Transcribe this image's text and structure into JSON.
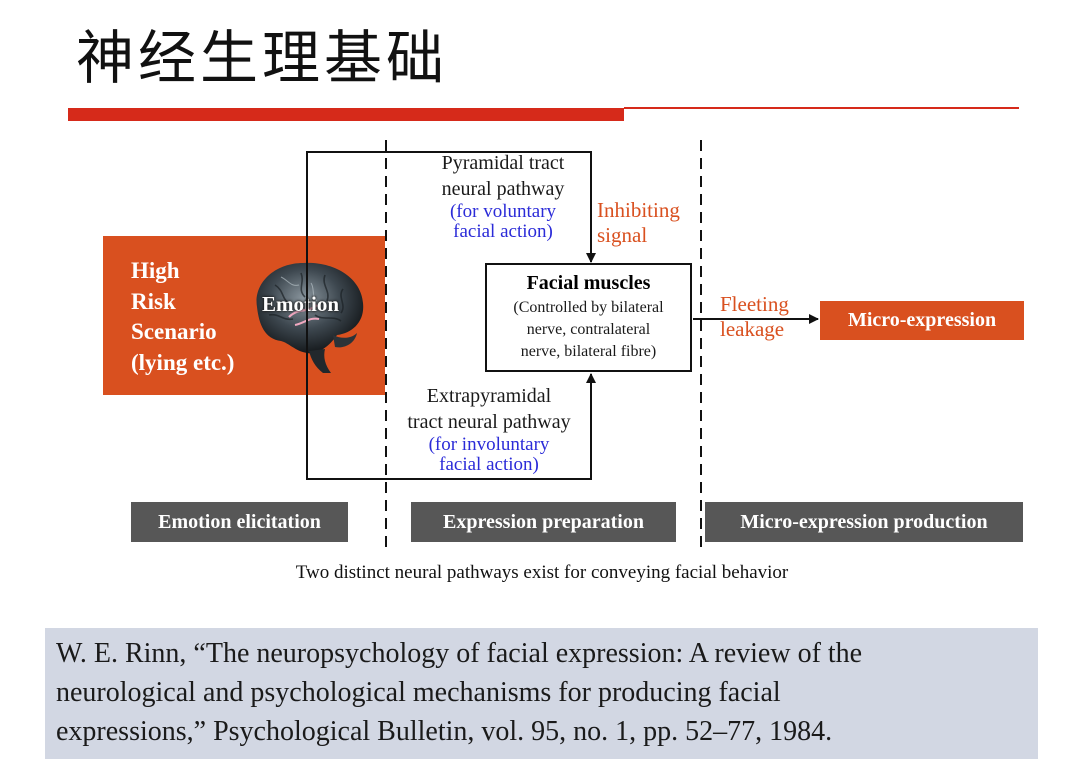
{
  "slide": {
    "title": "神经生理基础",
    "accent_color": "#d62a1a"
  },
  "diagram": {
    "trigger": {
      "lines": [
        "High",
        "Risk",
        "Scenario",
        "(lying etc.)"
      ],
      "brain_label": "Emotion",
      "brain_icon": "brain-icon"
    },
    "pyramidal": {
      "line1": "Pyramidal tract",
      "line2": "neural pathway",
      "sub1": "(for voluntary",
      "sub2": "facial action)"
    },
    "extrapyramidal": {
      "line1": "Extrapyramidal",
      "line2": "tract neural pathway",
      "sub1": "(for involuntary",
      "sub2": "facial action)"
    },
    "facial_muscles": {
      "title": "Facial muscles",
      "desc1": "(Controlled by bilateral",
      "desc2": "nerve, contralateral",
      "desc3": "nerve, bilateral fibre)"
    },
    "inhibiting": {
      "line1": "Inhibiting",
      "line2": "signal"
    },
    "fleeting": {
      "line1": "Fleeting",
      "line2": "leakage"
    },
    "output": "Micro-expression",
    "stages": [
      "Emotion elicitation",
      "Expression preparation",
      "Micro-expression production"
    ],
    "caption": "Two distinct neural pathways exist for conveying facial behavior",
    "colors": {
      "orange": "#d9501f",
      "stage_gray": "#575757",
      "blue_text": "#2b2bd8",
      "reference_bg": "#d2d7e3"
    }
  },
  "reference": {
    "line1": "W. E. Rinn, “The neuropsychology of facial expression: A review of the",
    "line2": "neurological and psychological mechanisms for producing facial",
    "line3": "expressions,” Psychological Bulletin, vol. 95, no. 1, pp. 52–77, 1984."
  }
}
